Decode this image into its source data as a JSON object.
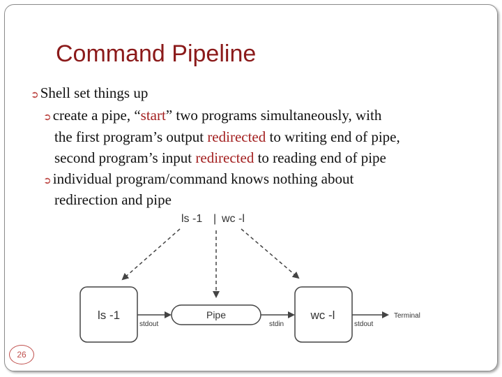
{
  "slide": {
    "title": "Command Pipeline",
    "page_number": "26",
    "bullets": {
      "main": "Shell set things up",
      "sub1_seg1": "create a pipe, “",
      "sub1_seg2": "start",
      "sub1_seg3": "” two programs simultaneously,",
      "sub1_seg4": "  with",
      "sub1_l2a": "the first program’s output ",
      "sub1_l2b": "redirected",
      "sub1_l2c": " to writing end of pipe,",
      "sub1_l3a": "second program’s input ",
      "sub1_l3b": "redirected",
      "sub1_l3c": " to reading end of pipe",
      "sub2_l1": "individual program/command knows nothing about",
      "sub2_l2": "redirection and pipe"
    }
  },
  "diagram": {
    "command_left": "ls -1",
    "separator": "|",
    "command_right": "wc -l",
    "box_left": "ls -1",
    "pipe": "Pipe",
    "box_right": "wc -l",
    "stdout_left": "stdout",
    "stdin": "stdin",
    "stdout_right": "stdout",
    "terminal": "Terminal"
  },
  "colors": {
    "title": "#8b1a1a",
    "accent": "#c0504d",
    "highlight_text": "#a32020"
  }
}
